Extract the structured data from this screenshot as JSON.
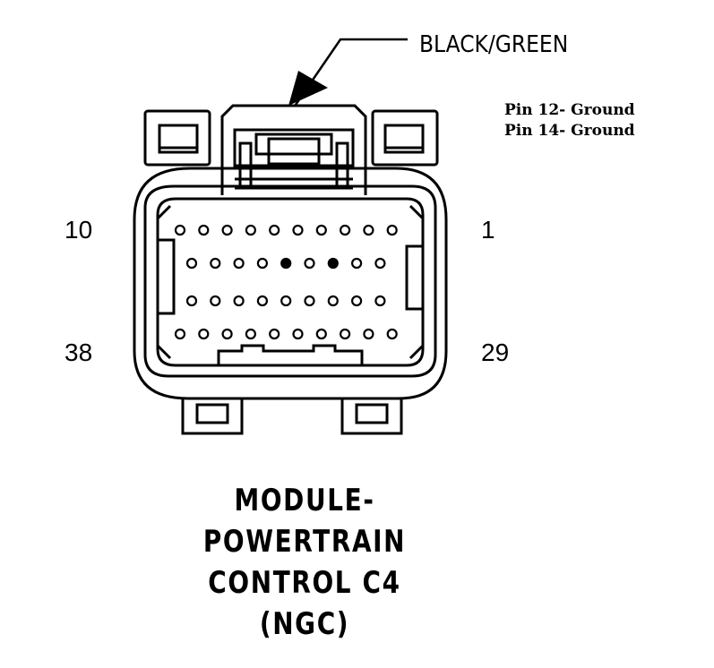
{
  "wire_label": "BLACK/GREEN",
  "notes": [
    "Pin 12- Ground",
    "Pin 14- Ground"
  ],
  "pin_labels": {
    "top_left": "10",
    "top_right": "1",
    "bottom_left": "38",
    "bottom_right": "29"
  },
  "title_lines": [
    "MODULE-",
    "POWERTRAIN",
    "CONTROL C4",
    "(NGC)"
  ],
  "pin_rows": [
    {
      "count": 10,
      "filled": []
    },
    {
      "count": 9,
      "filled": [
        4,
        6
      ]
    },
    {
      "count": 9,
      "filled": []
    },
    {
      "count": 10,
      "filled": []
    }
  ]
}
